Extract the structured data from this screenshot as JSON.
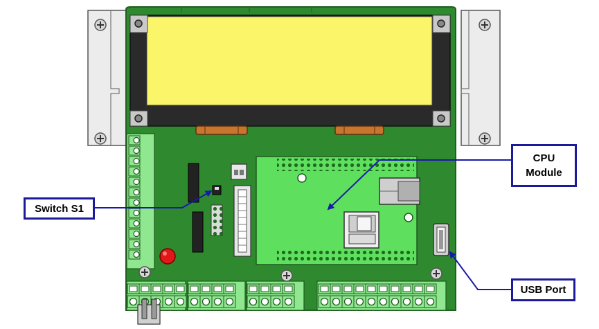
{
  "labels": {
    "switch_s1": "Switch S1",
    "cpu_module_line1": "CPU",
    "cpu_module_line2": "Module",
    "usb_port": "USB Port"
  },
  "colors": {
    "pcb_green": "#2f8a2f",
    "pcb_edge": "#1f5f1f",
    "lcd_yellow": "#fbf56a",
    "lcd_frame": "#2a2a2a",
    "cpu_board": "#5ee05e",
    "callout_border": "#1a1a9a",
    "arrow_blue": "#1a1aa8",
    "terminal_green": "#8fe88f",
    "bracket_gray": "#e6e6e6"
  }
}
